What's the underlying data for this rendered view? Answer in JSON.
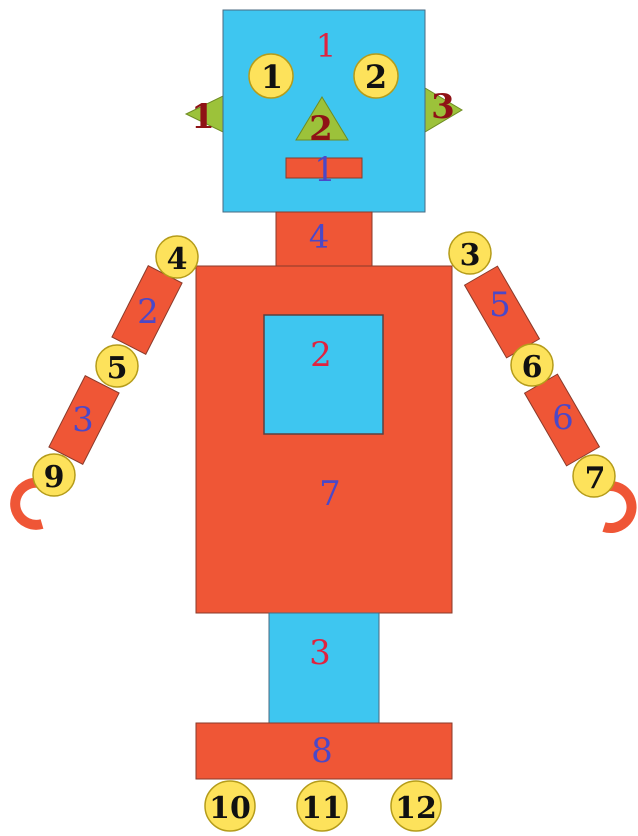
{
  "colors": {
    "sky_blue": "#3ec6f0",
    "red_orange": "#ef5636",
    "yellow": "#fde25b",
    "green": "#9cc23a",
    "label_red": "#e0233f",
    "label_blue": "#4b48c8",
    "label_dark_red": "#8f1216",
    "label_black": "#111111"
  },
  "shapes": {
    "square_head": "1",
    "square_torso_window": "2",
    "rect_body": "7",
    "rect_neck": "4",
    "rect_legs": "3",
    "rect_feet": "8",
    "rect_mouth": "1",
    "rect_left_upper_arm": "2",
    "rect_left_forearm": "3",
    "rect_right_upper_arm": "5",
    "rect_right_forearm": "6",
    "triangle_left_ear": "1",
    "triangle_nose": "2",
    "triangle_right_ear": "3",
    "circle_left_eye": "1",
    "circle_right_eye": "2",
    "circle_right_shoulder": "3",
    "circle_left_shoulder": "4",
    "circle_left_elbow": "5",
    "circle_right_elbow": "6",
    "circle_right_wrist": "7",
    "circle_left_wrist": "9",
    "circle_wheel_left": "10",
    "circle_wheel_middle": "11",
    "circle_wheel_right": "12"
  }
}
